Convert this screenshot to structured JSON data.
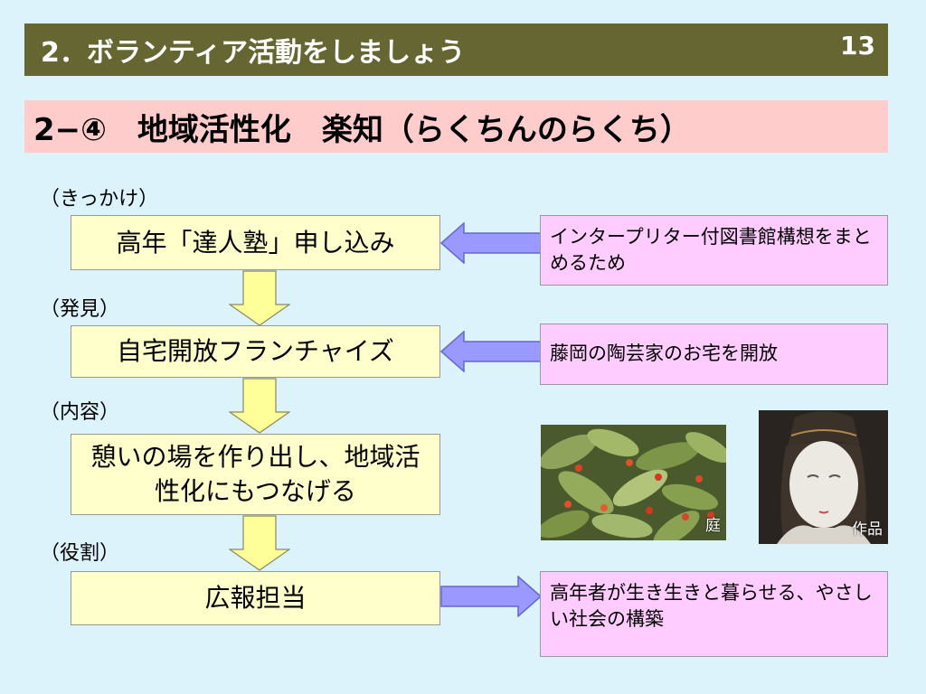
{
  "header": {
    "title": "2．ボランティア活動をしましょう",
    "page_number": "13"
  },
  "section": {
    "title": "2−④　地域活性化　楽知（らくちんのらくち）"
  },
  "steps": [
    {
      "label": "（きっかけ）",
      "box": "高年「達人塾」申し込み",
      "note": "インタープリター付図書館構想をまとめるため"
    },
    {
      "label": "（発見）",
      "box": "自宅開放フランチャイズ",
      "note": "藤岡の陶芸家のお宅を開放"
    },
    {
      "label": "（内容）",
      "box": "憩いの場を作り出し、地域活性化にもつなげる"
    },
    {
      "label": "（役割）",
      "box": "広報担当",
      "note": "高年者が生き生きと暮らせる、やさしい社会の構築"
    }
  ],
  "photos": {
    "garden_caption": "庭",
    "artwork_caption": "作品"
  },
  "colors": {
    "title_bar": "#666633",
    "section_bar": "#ffcccc",
    "yellow_box": "#ffffcc",
    "pink_box": "#ffccff",
    "side_arrow": "#9999ff",
    "down_arrow": "#ffff99",
    "background": "#ddf3fb"
  }
}
